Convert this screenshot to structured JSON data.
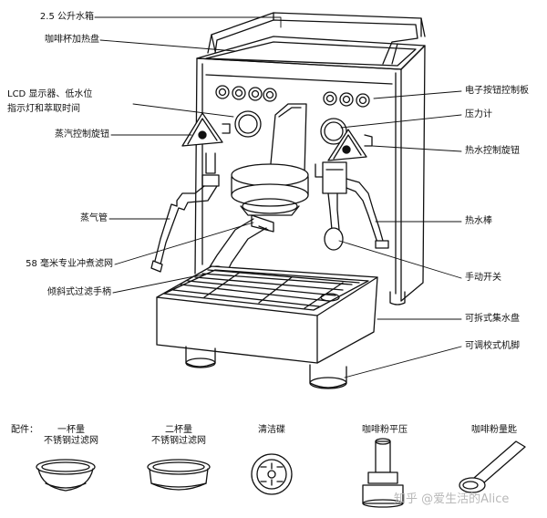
{
  "labels": {
    "water_tank": "2.5 公升水箱",
    "cup_warmer": "咖啡杯加热盘",
    "lcd_line1": "LCD 显示器、低水位",
    "lcd_line2": "指示灯和萃取时间",
    "steam_knob": "蒸汽控制旋钮",
    "steam_wand": "蒸气管",
    "portafilter_58": "58 毫米专业冲煮滤网",
    "angled_handle": "倾斜式过滤手柄",
    "button_panel": "电子按钮控制板",
    "pressure_gauge": "压力计",
    "hot_water_knob": "热水控制旋钮",
    "hot_water_wand": "热水棒",
    "manual_switch": "手动开关",
    "drip_tray": "可拆式集水盘",
    "adjustable_feet": "可调校式机脚"
  },
  "accessories": {
    "heading": "配件：",
    "single_line1": "一杯量",
    "single_line2": "不锈钢过滤网",
    "double_line1": "二杯量",
    "double_line2": "不锈钢过滤网",
    "cleaning_disc": "清洁碟",
    "tamper": "咖啡粉平压",
    "scoop": "咖啡粉量匙"
  },
  "watermark": "知乎 @爱生活的Alice"
}
